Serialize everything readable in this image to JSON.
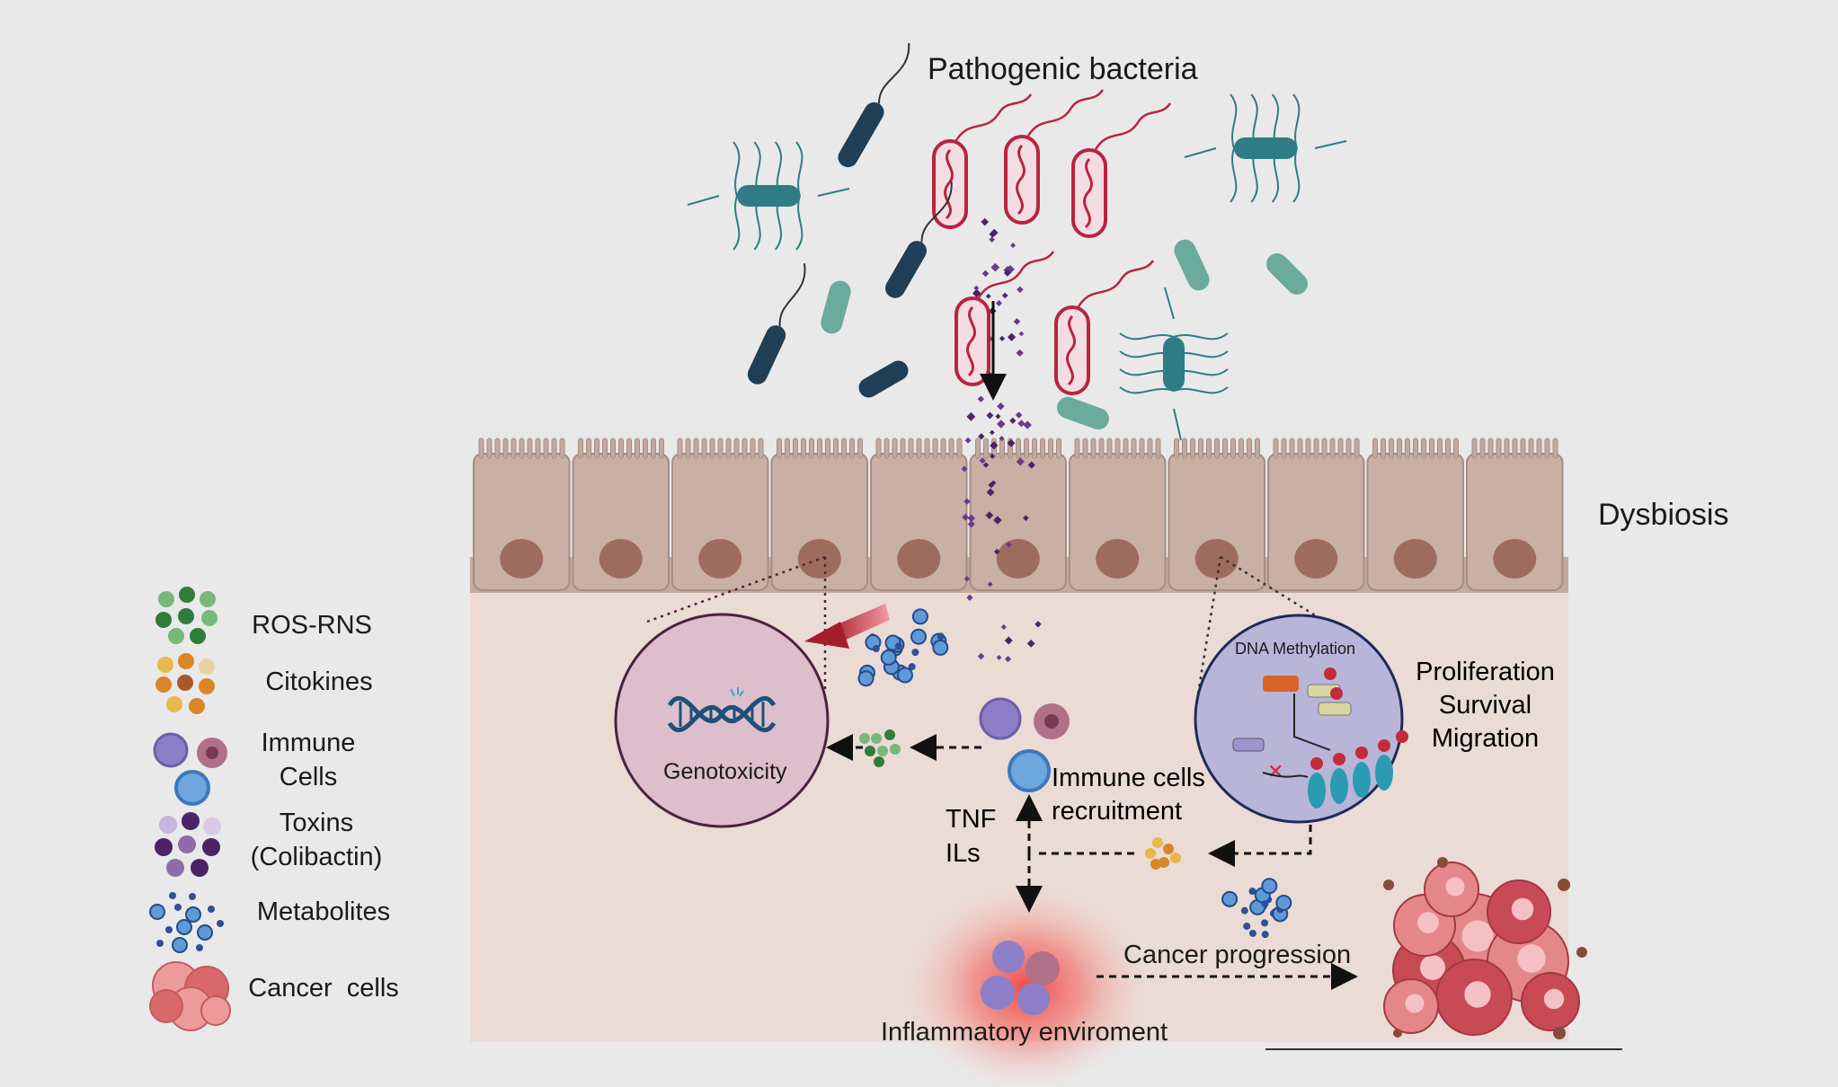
{
  "title": "Pathogenic bacteria",
  "region_label": "Dysbiosis",
  "genotoxicity_label": "Genotoxicity",
  "methylation_label": "DNA Methylation",
  "outcomes": [
    "Proliferation",
    "Survival",
    "Migration"
  ],
  "recruitment_label": [
    "Immune cells",
    "recruitment"
  ],
  "mediators": [
    "TNF",
    "ILs"
  ],
  "inflammation_label": "Inflammatory enviroment",
  "progression_label": "Cancer progression",
  "legend": [
    {
      "label": "ROS-RNS",
      "icon": "ros-rns-icon"
    },
    {
      "label": "Citokines",
      "icon": "citokines-icon"
    },
    {
      "label": "Immune\nCells",
      "icon": "immune-cells-icon"
    },
    {
      "label": "Toxins\n(Colibactin)",
      "icon": "toxins-icon"
    },
    {
      "label": "Metabolites",
      "icon": "metabolites-icon"
    },
    {
      "label": "Cancer  cells",
      "icon": "cancer-cells-icon"
    }
  ],
  "colors": {
    "background": "#e9e9e9",
    "tissue": "#eadbd4",
    "epithelium": "#c9b0a5",
    "nucleus": "#9c6d5f",
    "pathogen_red": "#b8243f",
    "bacteria_dark": "#1f3f57",
    "bacteria_teal": "#2f7c86",
    "bacteria_green": "#6aab9c",
    "toxin_purple": "#4a2466",
    "metabolite_blue": "#2f66b0",
    "genotox_circle": "#dcbfcb",
    "methyl_circle": "#b9b5d9",
    "inflammation": "#ef4a45",
    "cancer": "#d9686a"
  }
}
